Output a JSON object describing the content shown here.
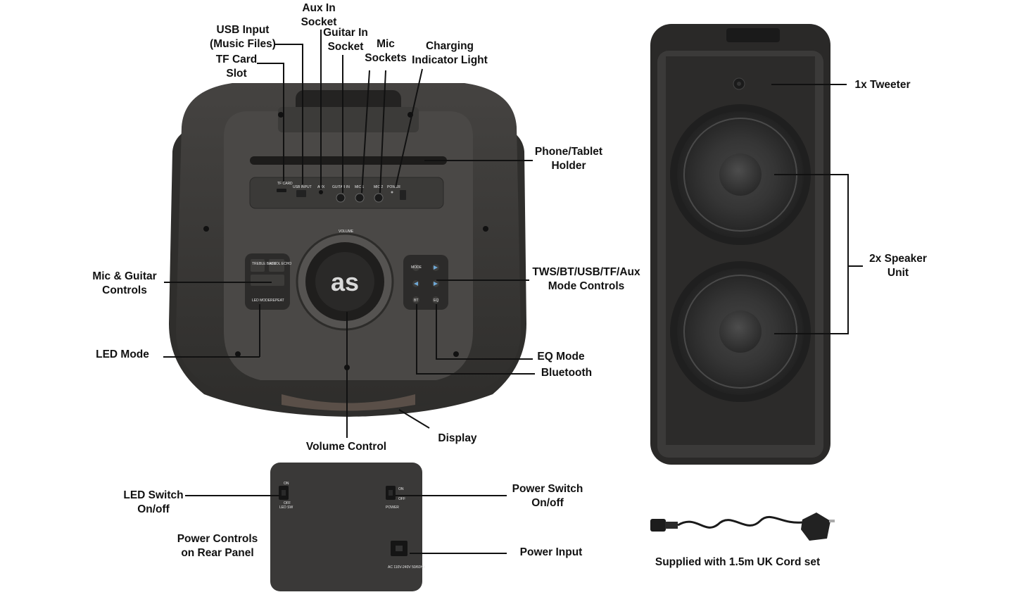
{
  "callouts": {
    "aux_in": [
      "Aux In",
      "Socket"
    ],
    "usb_input": [
      "USB Input",
      "(Music Files)"
    ],
    "guitar_in": [
      "Guitar In",
      "Socket"
    ],
    "mic_sockets": [
      "Mic",
      "Sockets"
    ],
    "charging_light": [
      "Charging",
      "Indicator Light"
    ],
    "tf_card": [
      "TF Card",
      "Slot"
    ],
    "phone_holder": [
      "Phone/Tablet",
      "Holder"
    ],
    "mic_guitar_controls": [
      "Mic & Guitar",
      "Controls"
    ],
    "mode_controls": [
      "TWS/BT/USB/TF/Aux",
      "Mode Controls"
    ],
    "led_mode": "LED Mode",
    "eq_mode": "EQ Mode",
    "bluetooth": "Bluetooth",
    "display": "Display",
    "volume_control": "Volume Control",
    "tweeter": "1x Tweeter",
    "speaker_unit": [
      "2x Speaker",
      "Unit"
    ],
    "led_switch": [
      "LED Switch",
      "On/off"
    ],
    "power_switch": [
      "Power Switch",
      "On/off"
    ],
    "rear_panel": [
      "Power Controls",
      "on Rear Panel"
    ],
    "power_input": "Power Input",
    "cord": "Supplied with 1.5m UK Cord set"
  },
  "panel_text": {
    "tf_card": "TF CARD",
    "usb_input": "USB INPUT",
    "aux": "AUX",
    "guitar_in": "GUITAR IN",
    "mic1": "MIC 1",
    "mic2": "MIC 2",
    "power": "POWER",
    "volume": "VOLUME",
    "treble_bass": "TREBLE BASS",
    "m_vol_echo": "M.VOL ECHO",
    "led_mode": "LED MODE",
    "repeat": "REPEAT",
    "mode": "MODE",
    "bt": "BT",
    "eq": "EQ",
    "logo": "as",
    "on": "ON",
    "off": "OFF",
    "led_sw": "LED SW",
    "power_sw": "POWER",
    "rating": "AC 110V-240V 50/60Hz"
  },
  "colors": {
    "body": "#3a3836",
    "panel": "#4a4846",
    "text": "#111111",
    "background": "#ffffff"
  }
}
